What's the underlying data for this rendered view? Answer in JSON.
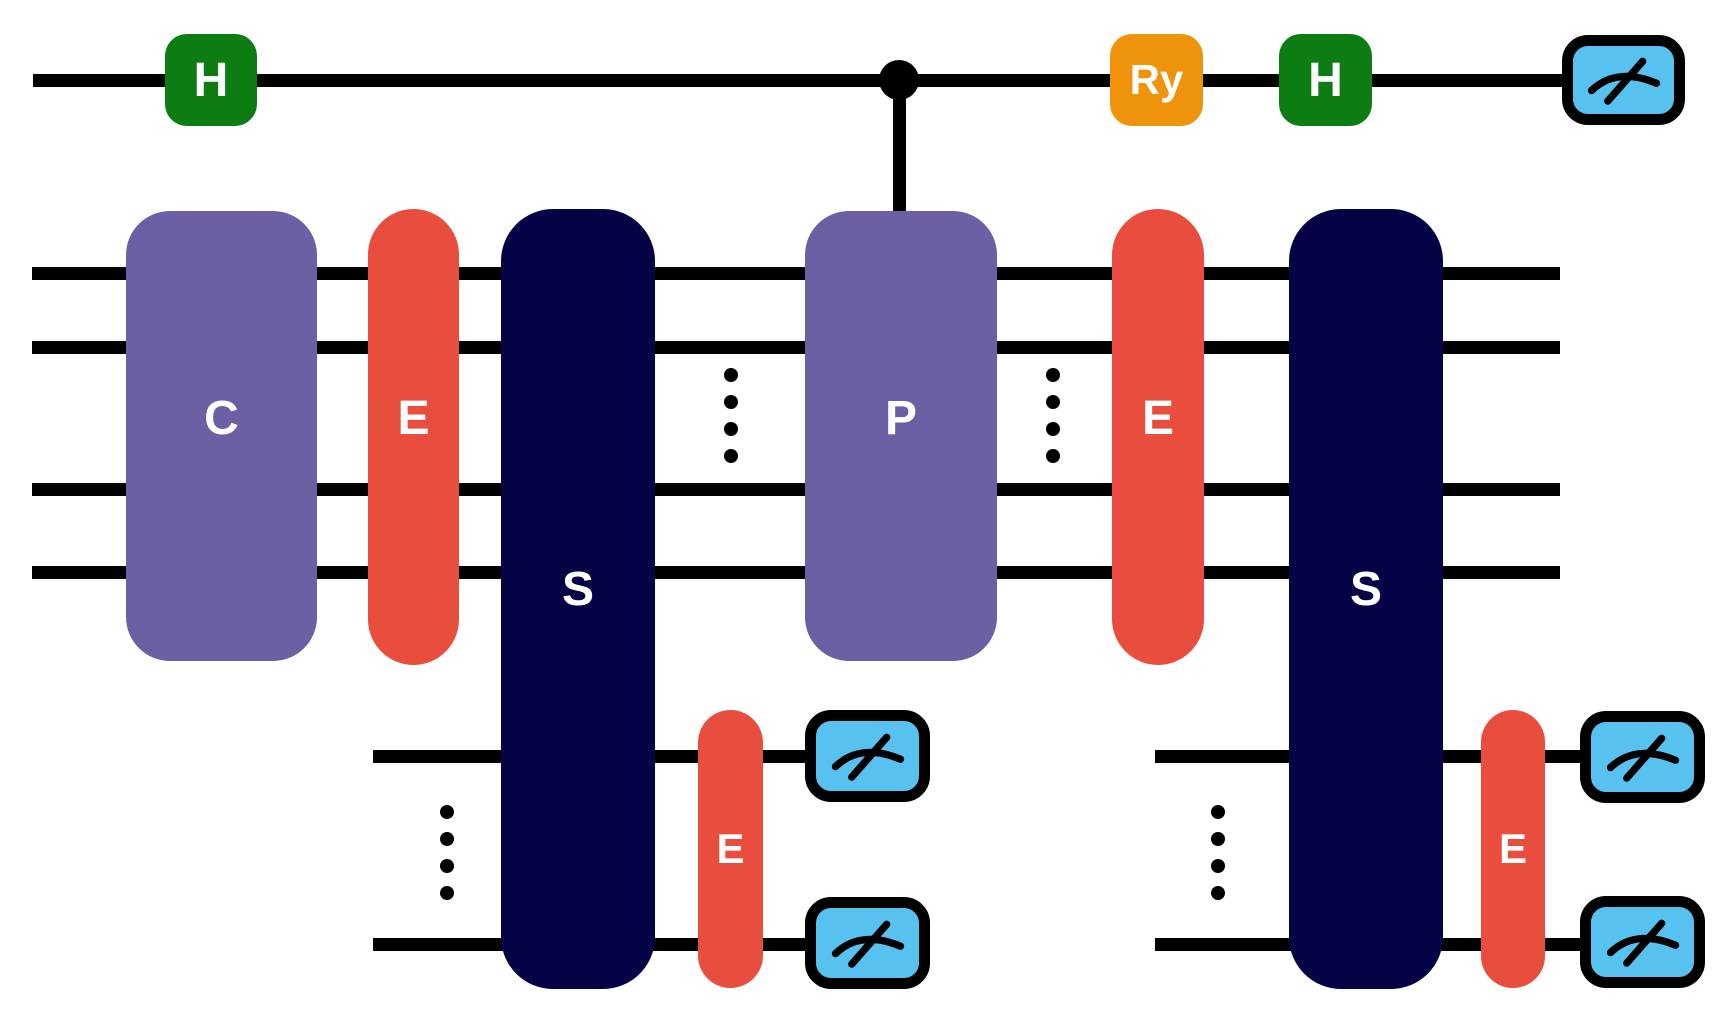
{
  "colors": {
    "background": "#ffffff",
    "wire_black": "#000000",
    "gate_label_white": "#ffffff",
    "hadamard_green": "#0d7c12",
    "rotation_orange": "#ef930c",
    "unitary_purple": "#6c5fa3",
    "s_block_navy": "#050345",
    "e_block_red": "#e94d3d",
    "measure_blue": "#57c2f0"
  },
  "ancilla": {
    "hadamard1_label": "H",
    "rotation_label": "Ry",
    "hadamard2_label": "H"
  },
  "register": {
    "block_c_label": "C",
    "block_e1_label": "E",
    "block_s1_label": "S",
    "block_p_label": "P",
    "block_e2_label": "E",
    "block_s2_label": "S"
  },
  "subregister": {
    "block_e3_label": "E",
    "block_e4_label": "E"
  },
  "icons": {
    "measurement": "meter-gauge-icon",
    "control": "filled-control-dot",
    "more_wires": "vertical-ellipsis-dots"
  }
}
